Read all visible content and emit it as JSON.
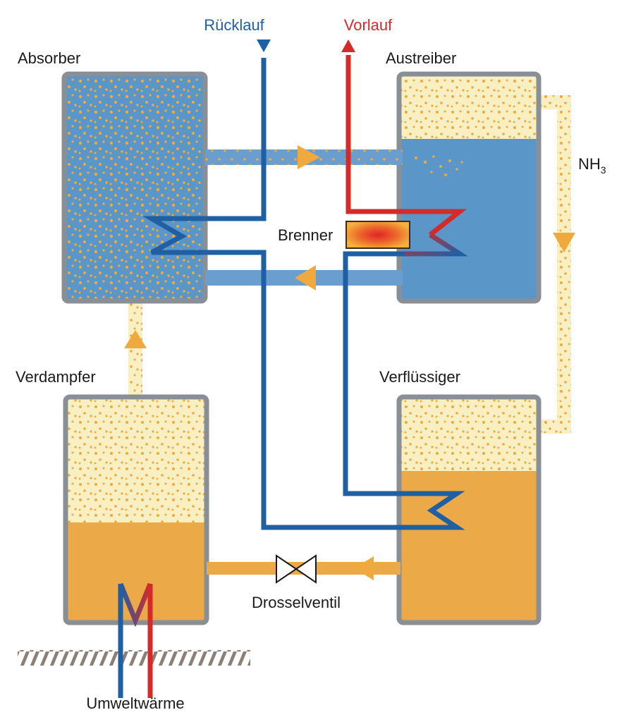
{
  "labels": {
    "ruecklauf": "Rücklauf",
    "vorlauf": "Vorlauf",
    "absorber": "Absorber",
    "austreiber": "Austreiber",
    "nh3_base": "NH",
    "nh3_sub": "3",
    "brenner": "Brenner",
    "verdampfer": "Verdampfer",
    "verfluessiger": "Verflüssiger",
    "drosselventil": "Drosselventil",
    "umweltwaerme": "Umweltwärme"
  },
  "colors": {
    "vessel_border": "#8a8f96",
    "water_blue": "#5b96c8",
    "dot_orange": "#f0a93c",
    "vapor_cream": "#f8f0c2",
    "liquid_orange": "#eba948",
    "pipe_blue": "#1f5fa4",
    "pipe_red": "#d42a2a",
    "solution_pipe": "#6a9ecf",
    "ground_hatch": "#8b7f77"
  }
}
